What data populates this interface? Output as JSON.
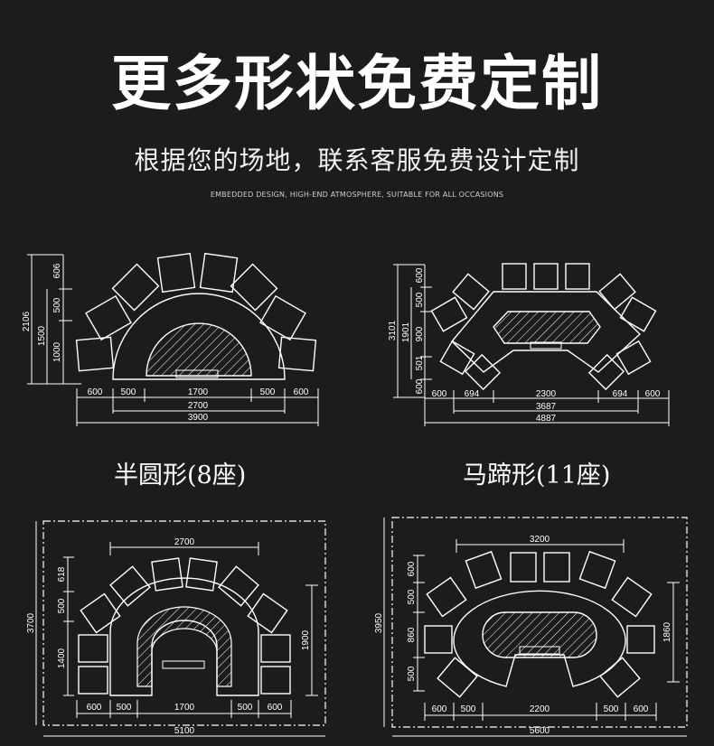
{
  "header": {
    "title": "更多形状免费定制",
    "subtitle": "根据您的场地，联系客服免费设计定制",
    "tagline": "EMBEDDED DESIGN, HIGH-END ATMOSPHERE, SUITABLE FOR ALL OCCASIONS",
    "accent_color": "#e11a22"
  },
  "diagrams": {
    "semicircle": {
      "caption": "半圆形(8座)",
      "dims": {
        "v2106": "2106",
        "v1500": "1500",
        "v1000": "1000",
        "v606": "606",
        "v500": "500",
        "h600a": "600",
        "h500a": "500",
        "h1700": "1700",
        "h500b": "500",
        "h600b": "600",
        "h2700": "2700",
        "h3900": "3900"
      }
    },
    "horseshoe": {
      "caption": "马蹄形(11座)",
      "dims": {
        "v3101": "3101",
        "v1901": "1901",
        "v600a": "600",
        "v500a": "500",
        "v900": "900",
        "v501": "501",
        "v600b": "600",
        "h600a": "600",
        "h694a": "694",
        "h2300": "2300",
        "h694b": "694",
        "h600b": "600",
        "h3687": "3687",
        "h4887": "4887"
      }
    },
    "ushape": {
      "dims": {
        "v3700": "3700",
        "v618": "618",
        "v500": "500",
        "v1400": "1400",
        "v1900": "1900",
        "h2700": "2700",
        "h600a": "600",
        "h500a": "500",
        "h1700": "1700",
        "h500b": "500",
        "h600b": "600",
        "h5100": "5100"
      }
    },
    "oval": {
      "dims": {
        "v3950": "3950",
        "v600": "600",
        "v500a": "500",
        "v860": "860",
        "v500b": "500",
        "v1860": "1860",
        "h3200": "3200",
        "h600a": "600",
        "h500a": "500",
        "h2200": "2200",
        "h500b": "500",
        "h600b": "600",
        "h5600": "5600"
      }
    }
  }
}
